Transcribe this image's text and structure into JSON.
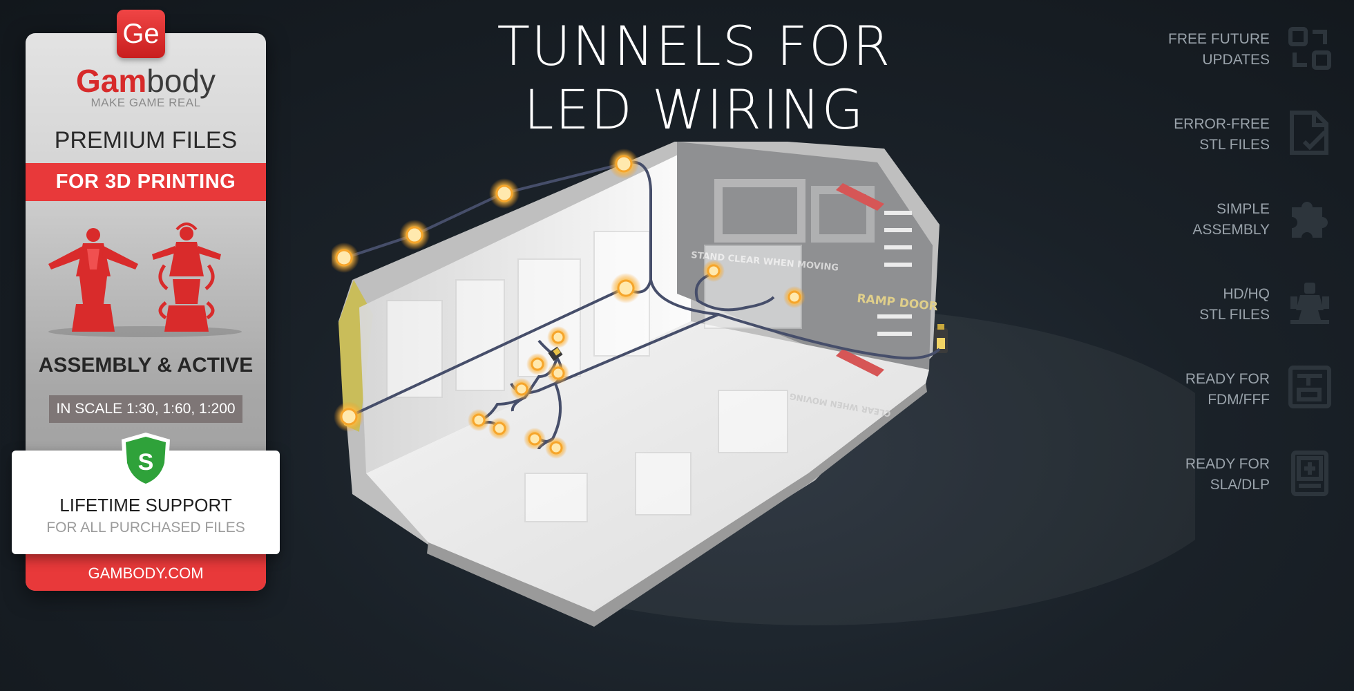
{
  "title": {
    "line1": "TUNNELS FOR",
    "line2": "LED WIRING"
  },
  "promo": {
    "logo_mark": "Ge",
    "brand_part1": "Gam",
    "brand_part2": "body",
    "tagline": "MAKE GAME REAL",
    "premium": "PREMIUM FILES",
    "for_printing": "FOR 3D PRINTING",
    "assembly": "ASSEMBLY & ACTIVE",
    "scale": "IN SCALE 1:30, 1:60, 1:200",
    "shield_letter": "S",
    "support_title": "LIFETIME SUPPORT",
    "support_sub": "FOR ALL PURCHASED FILES",
    "site": "GAMBODY.COM"
  },
  "features": [
    {
      "line1": "FREE FUTURE",
      "line2": "UPDATES",
      "icon": "update-icon"
    },
    {
      "line1": "ERROR-FREE",
      "line2": "STL FILES",
      "icon": "file-check-icon"
    },
    {
      "line1": "SIMPLE",
      "line2": "ASSEMBLY",
      "icon": "puzzle-icon"
    },
    {
      "line1": "HD/HQ",
      "line2": "STL FILES",
      "icon": "figure-icon"
    },
    {
      "line1": "READY FOR",
      "line2": "FDM/FFF",
      "icon": "fdm-printer-icon"
    },
    {
      "line1": "READY FOR",
      "line2": "SLA/DLP",
      "icon": "sla-printer-icon"
    }
  ],
  "model_decals": {
    "stand_clear": "STAND CLEAR WHEN MOVING",
    "ramp_door": "RAMP DOOR",
    "clear_when_moving": "CLEAR WHEN MOVING"
  },
  "colors": {
    "accent_red": "#e8393a",
    "led_orange": "#f5a623",
    "background": "#1a2128",
    "feature_text": "#9aa3ab"
  }
}
